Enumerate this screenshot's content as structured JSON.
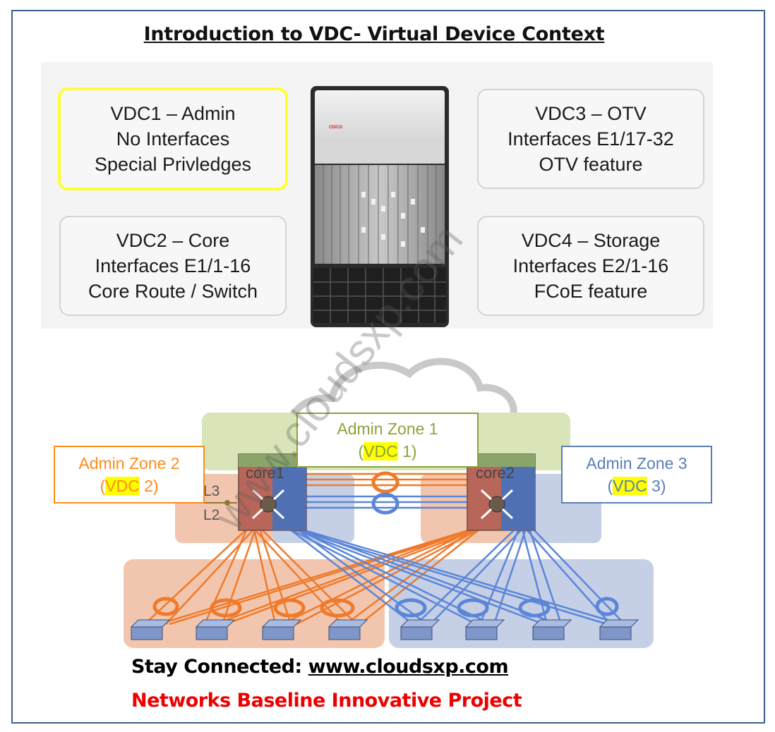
{
  "title": "Introduction to VDC- Virtual Device Context",
  "vdc_boxes": {
    "vdc1": {
      "line1": "VDC1 – Admin",
      "line2": "No Interfaces",
      "line3": "Special Privledges"
    },
    "vdc2": {
      "line1": "VDC2 – Core",
      "line2": "Interfaces E1/1-16",
      "line3": "Core Route / Switch"
    },
    "vdc3": {
      "line1": "VDC3 – OTV",
      "line2": "Interfaces E1/17-32",
      "line3": "OTV feature"
    },
    "vdc4": {
      "line1": "VDC4 – Storage",
      "line2": "Interfaces E2/1-16",
      "line3": "FCoE feature"
    }
  },
  "zones": {
    "zone1": {
      "name": "Admin Zone 1",
      "open": "(",
      "vdc": "VDC",
      "num": " 1)",
      "color": "#8aa43a"
    },
    "zone2": {
      "name": "Admin Zone 2",
      "open": "(",
      "vdc": "VDC",
      "num": " 2)",
      "color": "#ff8c1a"
    },
    "zone3": {
      "name": "Admin Zone 3",
      "open": "(",
      "vdc": "VDC",
      "num": " 3)",
      "color": "#5a7db8"
    }
  },
  "core_labels": {
    "core1": "core1",
    "core2": "core2",
    "l3": "L3",
    "l2": "L2"
  },
  "device_brand": "CISCO",
  "watermark": "www.cloudsxp.com",
  "footer": {
    "prefix": "Stay Connected: ",
    "url": "www.cloudsxp.com",
    "tagline": "Networks Baseline Innovative Project"
  },
  "colors": {
    "orange": "#f07a2a",
    "blue": "#5b86d8",
    "green_zone": "#d9e4b8",
    "orange_zone": "#f2c6ae",
    "blue_zone": "#c5cfe6",
    "highlight": "#ffff00",
    "frame": "#3f5e8e"
  }
}
